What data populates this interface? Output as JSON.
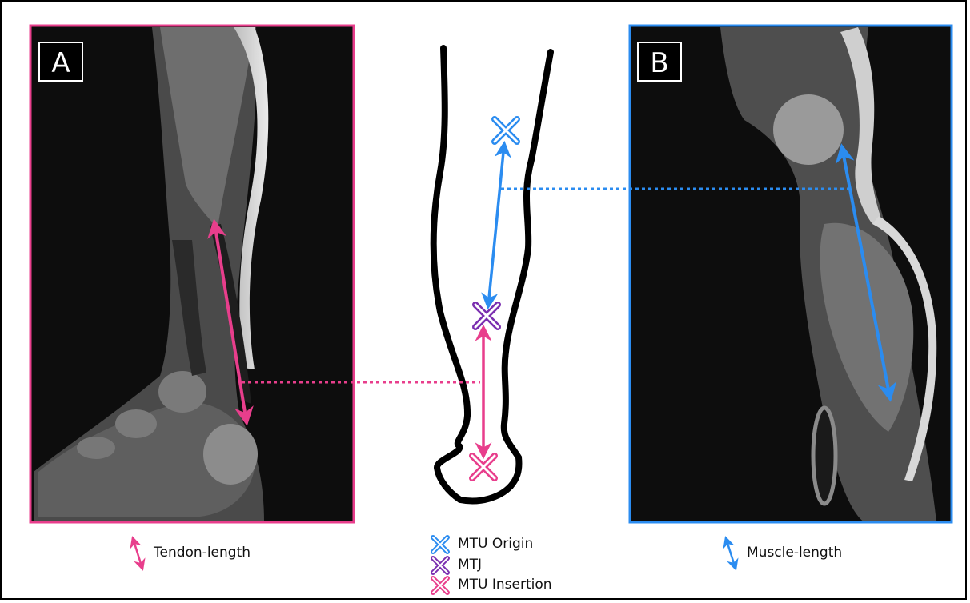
{
  "panels": {
    "a": {
      "label": "A",
      "color": "#e83e8c"
    },
    "b": {
      "label": "B",
      "color": "#2b8cf0"
    }
  },
  "legend": {
    "tendon_length": "Tendon-length",
    "muscle_length": "Muscle-length",
    "mtu_origin": "MTU Origin",
    "mtj": "MTJ",
    "mtu_insertion": "MTU Insertion"
  },
  "colors": {
    "pink": "#e83e8c",
    "blue": "#2b8cf0",
    "purple": "#7b2fb0",
    "mri_background": "#0d0d0d"
  },
  "icons": [
    "x-cross-marker-icon",
    "double-arrow-icon"
  ]
}
